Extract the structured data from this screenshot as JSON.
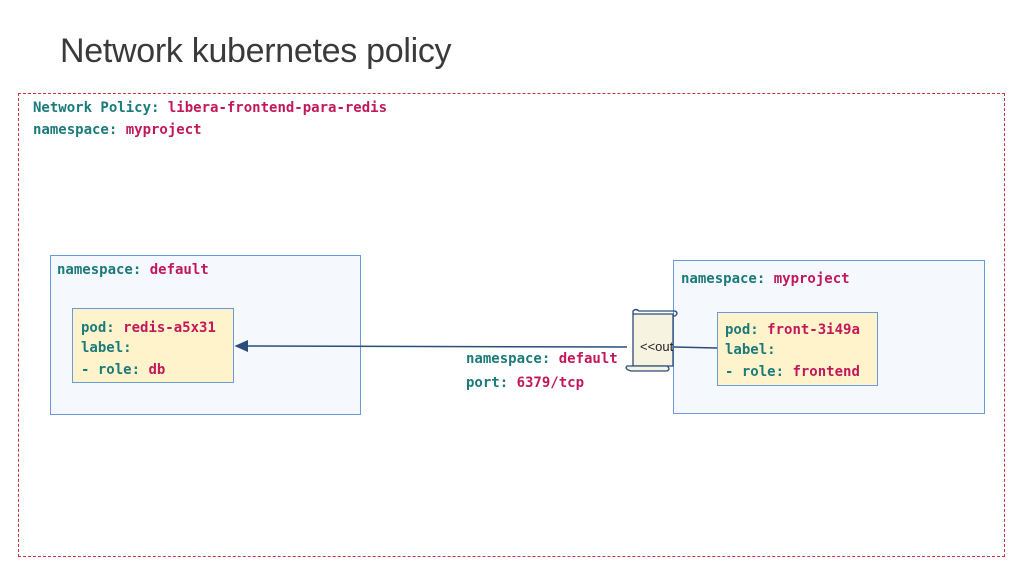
{
  "title": "Network kubernetes policy",
  "policy": {
    "name_key": "Network Policy",
    "name_value": "libera-frontend-para-redis",
    "namespace_key": "namespace",
    "namespace_value": "myproject"
  },
  "left_namespace": {
    "key": "namespace",
    "value": "default",
    "pod": {
      "pod_key": "pod",
      "pod_value": "redis-a5x31",
      "label_key": "label:",
      "role_prefix": "- role",
      "role_value": "db"
    }
  },
  "right_namespace": {
    "key": "namespace",
    "value": "myproject",
    "pod": {
      "pod_key": "pod",
      "pod_value": "front-3i49a",
      "label_key": "label:",
      "role_prefix": "- role",
      "role_value": "frontend"
    }
  },
  "egress_rule": {
    "namespace_key": "namespace",
    "namespace_value": "default",
    "port_key": "port",
    "port_value": "6379/tcp",
    "stereotype": "<<out"
  },
  "colors": {
    "key": "#1b7a7a",
    "value": "#c2185b",
    "frame": "#c8343d",
    "box_border": "#6a9ad8",
    "pod_fill": "#fff3cc",
    "arrow": "#2a4d7a"
  }
}
